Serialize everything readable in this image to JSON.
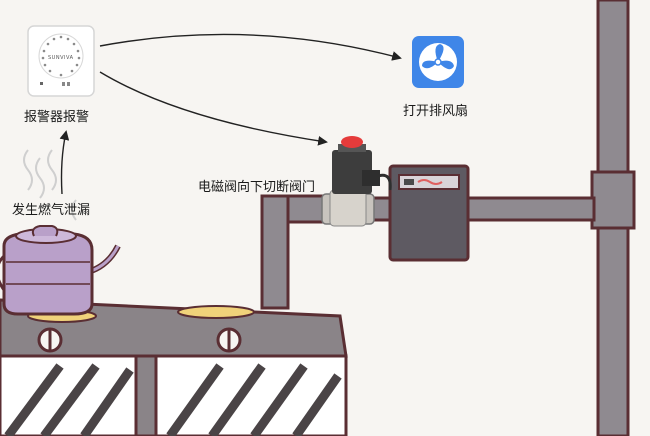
{
  "labels": {
    "alarm": "报警器报警",
    "fan": "打开排风扇",
    "valve": "电磁阀向下切断阀门",
    "leak": "发生燃气泄漏"
  },
  "device": {
    "brand": "SUNVIVA"
  },
  "colors": {
    "pipe": "#8f8a90",
    "outline": "#5a2e33",
    "meter": "#5e5a62",
    "fan_tile": "#3f86e8",
    "kettle": "#b9a0c9",
    "valve_cap": "#e53b3b",
    "stove_top": "#8a8488"
  }
}
